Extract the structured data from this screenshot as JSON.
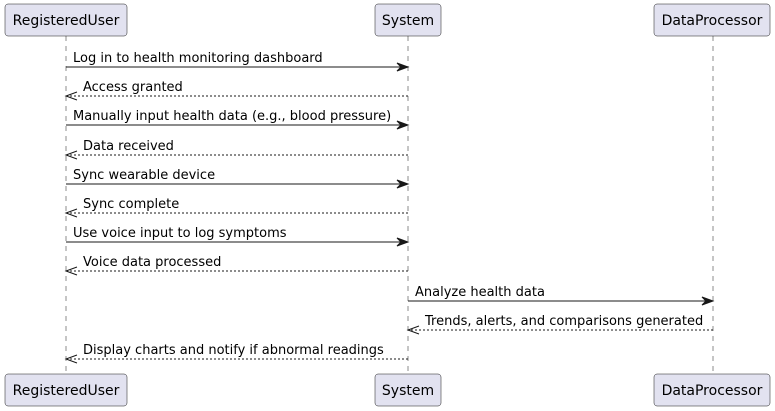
{
  "participants": [
    {
      "id": "user",
      "name": "RegisteredUser"
    },
    {
      "id": "system",
      "name": "System"
    },
    {
      "id": "processor",
      "name": "DataProcessor"
    }
  ],
  "messages": [
    {
      "from": "user",
      "to": "system",
      "label": "Log in to health monitoring dashboard",
      "style": "solid"
    },
    {
      "from": "system",
      "to": "user",
      "label": "Access granted",
      "style": "dashed"
    },
    {
      "from": "user",
      "to": "system",
      "label": "Manually input health data (e.g., blood pressure)",
      "style": "solid"
    },
    {
      "from": "system",
      "to": "user",
      "label": "Data received",
      "style": "dashed"
    },
    {
      "from": "user",
      "to": "system",
      "label": "Sync wearable device",
      "style": "solid"
    },
    {
      "from": "system",
      "to": "user",
      "label": "Sync complete",
      "style": "dashed"
    },
    {
      "from": "user",
      "to": "system",
      "label": "Use voice input to log symptoms",
      "style": "solid"
    },
    {
      "from": "system",
      "to": "user",
      "label": "Voice data processed",
      "style": "dashed"
    },
    {
      "from": "system",
      "to": "processor",
      "label": "Analyze health data",
      "style": "solid"
    },
    {
      "from": "processor",
      "to": "system",
      "label": "Trends, alerts, and comparisons generated",
      "style": "dashed"
    },
    {
      "from": "system",
      "to": "user",
      "label": "Display charts and notify if abnormal readings",
      "style": "dashed"
    }
  ],
  "colors": {
    "participant_fill": "#e2e2f0",
    "line": "#181818"
  }
}
